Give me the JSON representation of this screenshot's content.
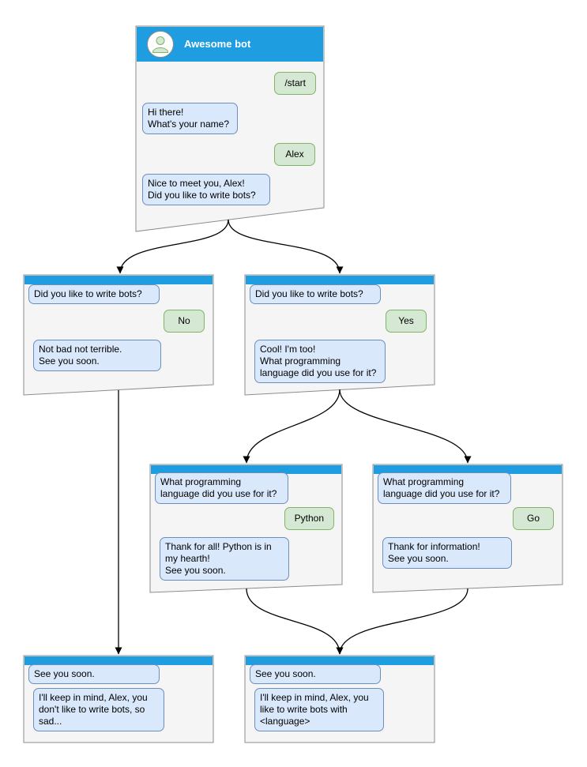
{
  "colors": {
    "header_blue": "#1E9DE0",
    "window_bg": "#F5F5F5",
    "window_border": "#8C8C8C",
    "bot_bubble_bg": "#DAE8FC",
    "bot_bubble_border": "#6C8EBF",
    "user_bubble_bg": "#D5E8D4",
    "user_bubble_border": "#82B366",
    "arrow": "#000000"
  },
  "windows": {
    "root": {
      "title": "Awesome bot",
      "user_start": "/start",
      "bot_greeting": "Hi there!\nWhat's your name?",
      "user_name": "Alex",
      "bot_question": "Nice to meet you, Alex!\nDid you like to write bots?"
    },
    "branch_no": {
      "bot_question": "Did you like to write bots?",
      "user_answer": "No",
      "bot_reply": "Not bad not terrible.\nSee you soon."
    },
    "branch_yes": {
      "bot_question": "Did you like to write bots?",
      "user_answer": "Yes",
      "bot_reply": "Cool! I'm too!\nWhat programming\nlanguage did you use for it?"
    },
    "branch_python": {
      "bot_question": "What programming\nlanguage did you use for it?",
      "user_answer": "Python",
      "bot_reply": "Thank for all! Python is in\nmy hearth!\nSee you soon."
    },
    "branch_go": {
      "bot_question": "What programming\nlanguage did you use for it?",
      "user_answer": "Go",
      "bot_reply": "Thank for information!\nSee you soon."
    },
    "end_no": {
      "bot_bye": "See you soon.",
      "bot_final": "I'll keep in mind, Alex, you\ndon't like to write bots, so\nsad..."
    },
    "end_yes": {
      "bot_bye": "See you soon.",
      "bot_final": "I'll keep in mind, Alex, you\nlike to write bots with\n<language>"
    }
  }
}
